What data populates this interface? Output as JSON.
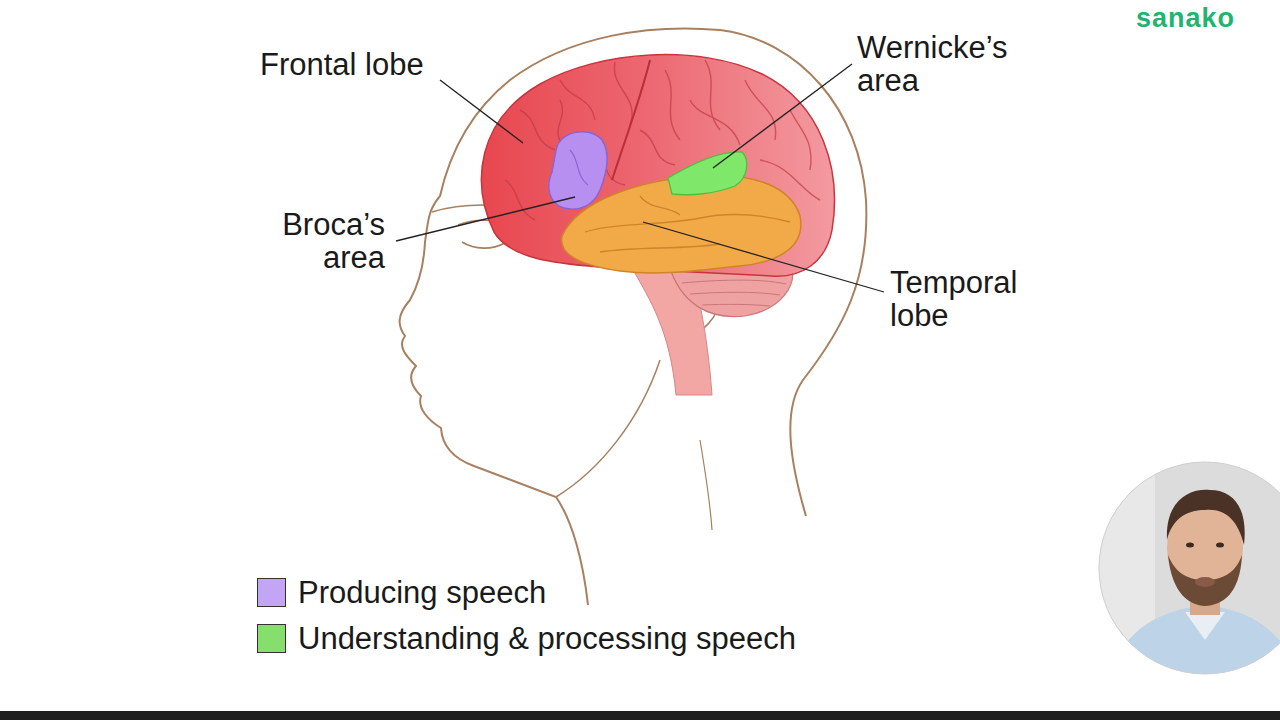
{
  "diagram": {
    "labels": [
      "Frontal lobe",
      "Wernicke’s area",
      "Broca’s area",
      "Temporal lobe",
      "sanako"
    ],
    "legend": [
      {
        "text": "Producing speech",
        "color": "#c3a5f5"
      },
      {
        "text": "Understanding & processing speech",
        "color": "#86df6c"
      }
    ]
  }
}
